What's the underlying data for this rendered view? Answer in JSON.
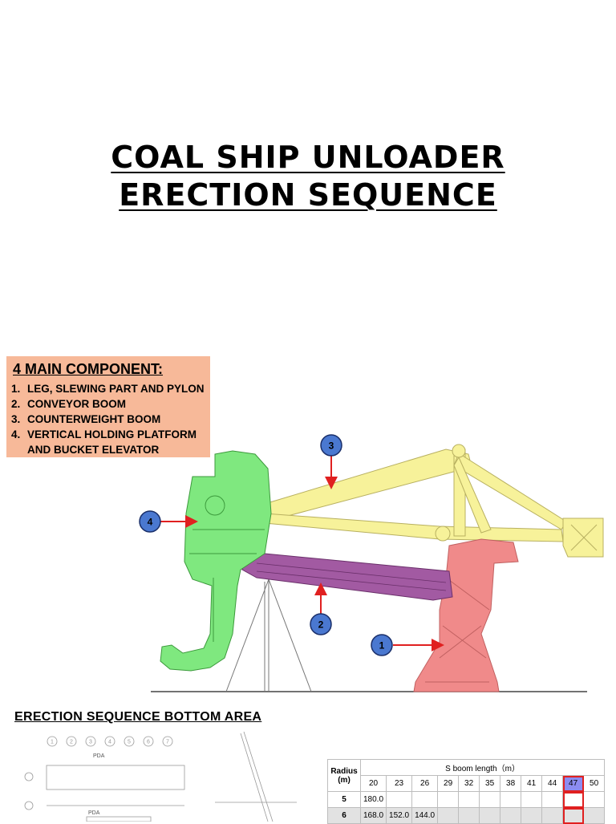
{
  "title": {
    "line1": "COAL SHIP UNLOADER ",
    "line2": " ERECTION SEQUENCE"
  },
  "components": {
    "heading": "4 MAIN COMPONENT:",
    "items": [
      {
        "num": "1.",
        "text": "LEG, SLEWING PART AND PYLON"
      },
      {
        "num": "2.",
        "text": "CONVEYOR BOOM"
      },
      {
        "num": "3.",
        "text": "COUNTERWEIGHT BOOM"
      },
      {
        "num": "4.",
        "text": "VERTICAL HOLDING PLATFORM"
      },
      {
        "num": "",
        "text": "AND BUCKET ELEVATOR"
      }
    ]
  },
  "callouts": [
    "1",
    "2",
    "3",
    "4"
  ],
  "colors": {
    "leg": "#f08a8a",
    "conveyor_boom": "#a25aa2",
    "counterweight_boom": "#f7f29a",
    "elevator": "#7fe87f",
    "callout_fill": "#4a78d0",
    "arrow": "#e02020"
  },
  "bottom": {
    "heading": "ERECTION SEQUENCE BOTTOM AREA",
    "grid_labels": [
      "1",
      "2",
      "3",
      "4",
      "5",
      "6",
      "7"
    ],
    "pda_label": "PDA",
    "table": {
      "radius_header": "Radius",
      "unit": "(m)",
      "boom_header": "S boom length（m）",
      "boom_lengths": [
        "20",
        "23",
        "26",
        "29",
        "32",
        "35",
        "38",
        "41",
        "44",
        "47",
        "50"
      ],
      "highlight_length": "47",
      "rows": [
        {
          "radius": "5",
          "values": [
            "180.0",
            "",
            "",
            "",
            "",
            "",
            "",
            "",
            "",
            "",
            ""
          ]
        },
        {
          "radius": "6",
          "values": [
            "168.0",
            "152.0",
            "144.0",
            "",
            "",
            "",
            "",
            "",
            "",
            "",
            ""
          ]
        }
      ]
    }
  }
}
